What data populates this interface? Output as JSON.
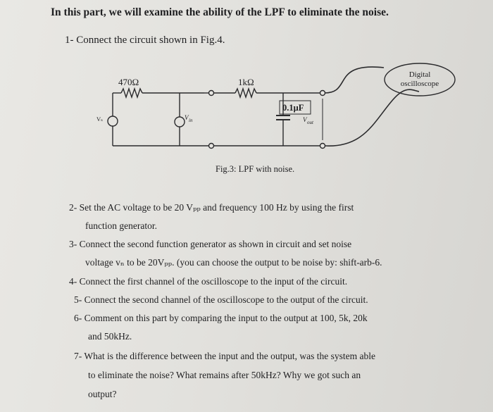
{
  "heading": "In this part, we will examine the ability of the LPF to eliminate the noise.",
  "step1": "1- Connect the circuit shown in Fig.4.",
  "circuit": {
    "r1_label": "470Ω",
    "r2_label": "1kΩ",
    "cap_label": "0.1μF",
    "vs_label": "Vₛ",
    "vin_label": "V",
    "vin_sub": "in",
    "vout_label": "V",
    "vout_sub": "out",
    "scope_line1": "Digital",
    "scope_line2": "oscilloscope"
  },
  "caption": "Fig.3: LPF with noise.",
  "steps": [
    {
      "num": "2-",
      "text": "Set the AC voltage to be 20 Vₚₚ and frequency 100 Hz by using the first"
    },
    {
      "num": "",
      "text": "function generator."
    },
    {
      "num": "3-",
      "text": "Connect the second function generator as shown in circuit and set noise"
    },
    {
      "num": "",
      "text": "voltage vₙ to be 20Vₚₚ. (you can choose the output to be noise by: shift-arb-6."
    },
    {
      "num": "4-",
      "text": "Connect the first channel of the oscilloscope to the input of the circuit."
    },
    {
      "num": "5-",
      "text": "Connect the second channel of the oscilloscope to the output of the circuit."
    },
    {
      "num": "6-",
      "text": "Comment on this part by comparing the input to the output at 100, 5k, 20k"
    },
    {
      "num": "",
      "text": "and 50kHz."
    },
    {
      "num": "7-",
      "text": "What is the difference between the input and the output, was the system able"
    },
    {
      "num": "",
      "text": "to eliminate the noise? What remains after 50kHz? Why we got such an"
    },
    {
      "num": "",
      "text": "output?"
    }
  ]
}
